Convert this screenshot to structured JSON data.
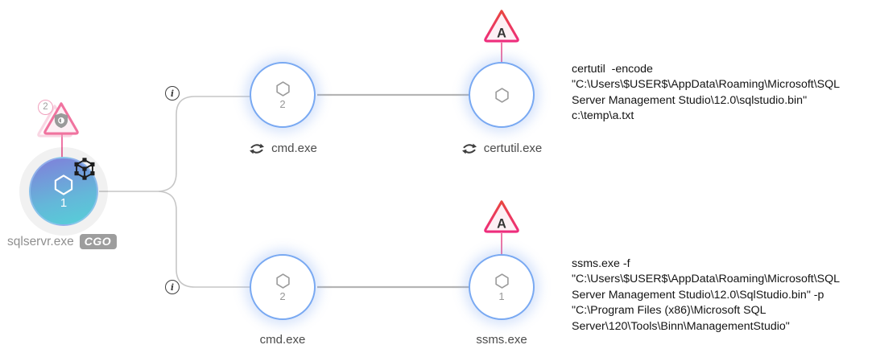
{
  "root": {
    "label": "sqlservr.exe",
    "badge": "CGO",
    "count": "1",
    "alert_badge_count": "2"
  },
  "branch_top": {
    "info_glyph": "i",
    "cmd": {
      "label": "cmd.exe",
      "count": "2"
    },
    "certutil": {
      "label": "certutil.exe",
      "alert_letter": "A"
    },
    "command": "certutil  -encode\n\"C:\\Users\\$USER$\\AppData\\Roaming\\Microsoft\\SQL\nServer Management Studio\\12.0\\sqlstudio.bin\"\nc:\\temp\\a.txt"
  },
  "branch_bottom": {
    "info_glyph": "i",
    "cmd": {
      "label": "cmd.exe",
      "count": "2"
    },
    "ssms": {
      "label": "ssms.exe",
      "count": "1",
      "alert_letter": "A"
    },
    "command": "ssms.exe -f\n\"C:\\Users\\$USER$\\AppData\\Roaming\\Microsoft\\SQL\nServer Management Studio\\12.0\\SqlStudio.bin\" -p\n\"C:\\Program Files (x86)\\Microsoft SQL\nServer\\120\\Tools\\Binn\\ManagementStudio\""
  },
  "colors": {
    "node_border_blue": "#79a9f2",
    "root_gradient_top": "#7d85da",
    "root_gradient_bottom": "#58cbd8",
    "alert_red": "#e8463f",
    "alert_pink": "#ee2d7d",
    "alert_fill": "#fdf0f5",
    "connector_gray": "#c6c6c6",
    "edge_gray": "#b5b5b5",
    "label_gray": "#4b4b4b",
    "badge_gray": "#9d9d9d",
    "command_text": "#141414"
  }
}
